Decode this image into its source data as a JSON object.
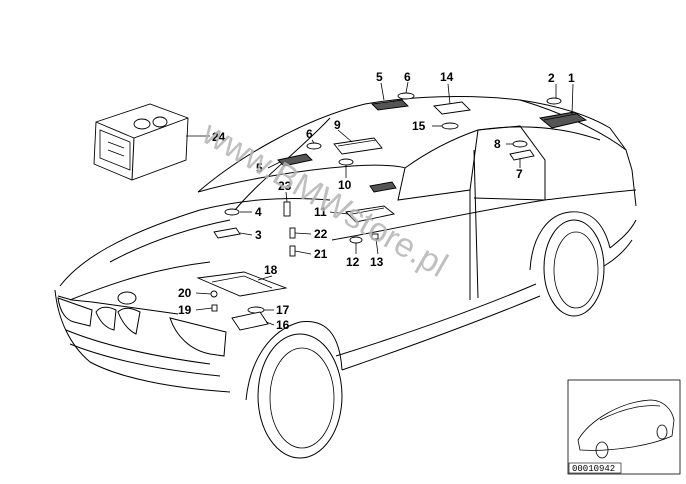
{
  "diagram": {
    "callouts": {
      "c1": "1",
      "c2": "2",
      "c3": "3",
      "c4": "4",
      "c5a": "5",
      "c5b": "5",
      "c6a": "6",
      "c6b": "6",
      "c7": "7",
      "c8": "8",
      "c9": "9",
      "c10": "10",
      "c11": "11",
      "c12": "12",
      "c13": "13",
      "c14": "14",
      "c15": "15",
      "c16": "16",
      "c17": "17",
      "c18": "18",
      "c19": "19",
      "c20": "20",
      "c21": "21",
      "c22": "22",
      "c23": "23",
      "c24": "24"
    },
    "watermark": "www.BMWstore.pl",
    "reference_number": "00010942"
  }
}
